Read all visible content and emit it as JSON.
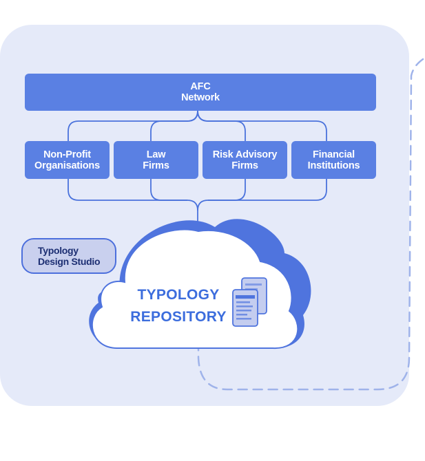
{
  "colors": {
    "panel_background": "#e5eaf9",
    "node_fill": "#5a80e3",
    "connector": "#4a72dc",
    "cloud_back": "#4f74de",
    "cloud_front": "#ffffff",
    "studio_fill": "#c9d0ee",
    "repository_text": "#3c6ddd",
    "dashed_outline": "#9fb3ea"
  },
  "network": {
    "label": "AFC\nNetwork"
  },
  "members": [
    {
      "label": "Non-Profit\nOrganisations"
    },
    {
      "label": "Law\nFirms"
    },
    {
      "label": "Risk Advisory\nFirms"
    },
    {
      "label": "Financial\nInstitutions"
    }
  ],
  "studio": {
    "label": "Typology\nDesign Studio"
  },
  "repository": {
    "label": "TYPOLOGY\nREPOSITORY",
    "icon": "documents-icon"
  }
}
